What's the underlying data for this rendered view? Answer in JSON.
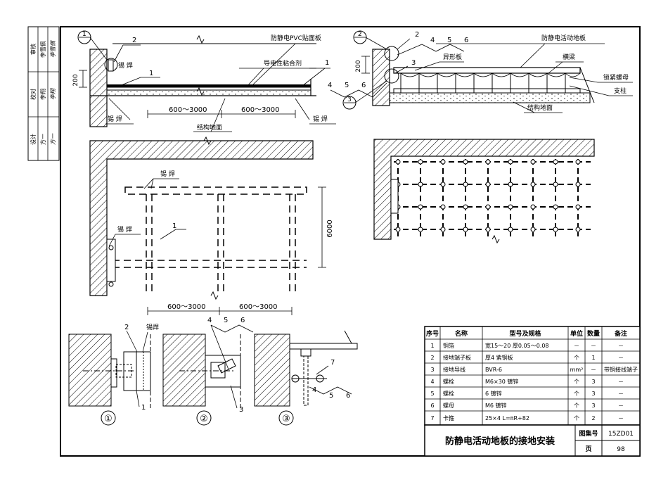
{
  "side_block": {
    "col1": [
      "审核",
      "校对",
      "设计"
    ],
    "col2": [
      "李雪佩",
      "李翔",
      "方一"
    ],
    "col3": [
      "李雪佩",
      "李翔",
      "方一"
    ]
  },
  "top_left": {
    "callout1": "1",
    "callout2": "2",
    "pvc_label": "防静电PVC贴面板",
    "glue_label": "导电性粘合剂",
    "label_1_right": "1",
    "label_1_mid": "1",
    "dim_200": "200",
    "weld_left": "锡 焊",
    "weld_right": "锡 焊",
    "dim_a": "600～3000",
    "dim_b": "600～3000",
    "floor": "结构地面"
  },
  "top_right": {
    "callout2": "2",
    "callout3": "3",
    "num2": "2",
    "num4": "4",
    "num5": "5",
    "num6": "6",
    "num3": "3",
    "num4b": "4",
    "num5b": "5",
    "num6b": "6",
    "dim_200": "200",
    "floor_label": "防静电活动地板",
    "special_plate": "异形板",
    "beam": "横梁",
    "lock_nut": "锁紧螺母",
    "pillar": "支柱",
    "floor": "结构地面"
  },
  "mid_left": {
    "weld_top": "锡 焊",
    "weld_left": "锡 焊",
    "label_1": "1",
    "dim_6000": "6000",
    "dim_a": "600～3000",
    "dim_b": "600～3000"
  },
  "details": {
    "d1": {
      "num": "①",
      "n2": "2",
      "weld": "锡焊",
      "n1": "1"
    },
    "d2": {
      "num": "②",
      "n4": "4",
      "n5": "5",
      "n6": "6",
      "n3": "3"
    },
    "d3": {
      "num": "③",
      "n7": "7",
      "n4": "4",
      "n5": "5",
      "n6": "6"
    }
  },
  "table": {
    "headers": [
      "序号",
      "名称",
      "型号及规格",
      "单位",
      "数量",
      "备注"
    ],
    "rows": [
      [
        "1",
        "铜箔",
        "宽15～20  厚0.05～0.08",
        "－",
        "－",
        "－"
      ],
      [
        "2",
        "接地端子板",
        "厚4  紫铜板",
        "个",
        "1",
        "－"
      ],
      [
        "3",
        "接地导线",
        "BVR-6",
        "mm²",
        "－",
        "带铜接线端子"
      ],
      [
        "4",
        "螺栓",
        "M6×30      镀锌",
        "个",
        "3",
        "－"
      ],
      [
        "5",
        "螺栓",
        "6          镀锌",
        "个",
        "3",
        "－"
      ],
      [
        "6",
        "螺母",
        "M6         镀锌",
        "个",
        "3",
        "－"
      ],
      [
        "7",
        "卡箍",
        "25×4   L=πR+82",
        "个",
        "2",
        "－"
      ]
    ]
  },
  "title_block": {
    "title": "防静电活动地板的接地安装",
    "atlas_label": "图集号",
    "atlas_no": "15ZD01",
    "page_label": "页",
    "page_no": "98"
  }
}
